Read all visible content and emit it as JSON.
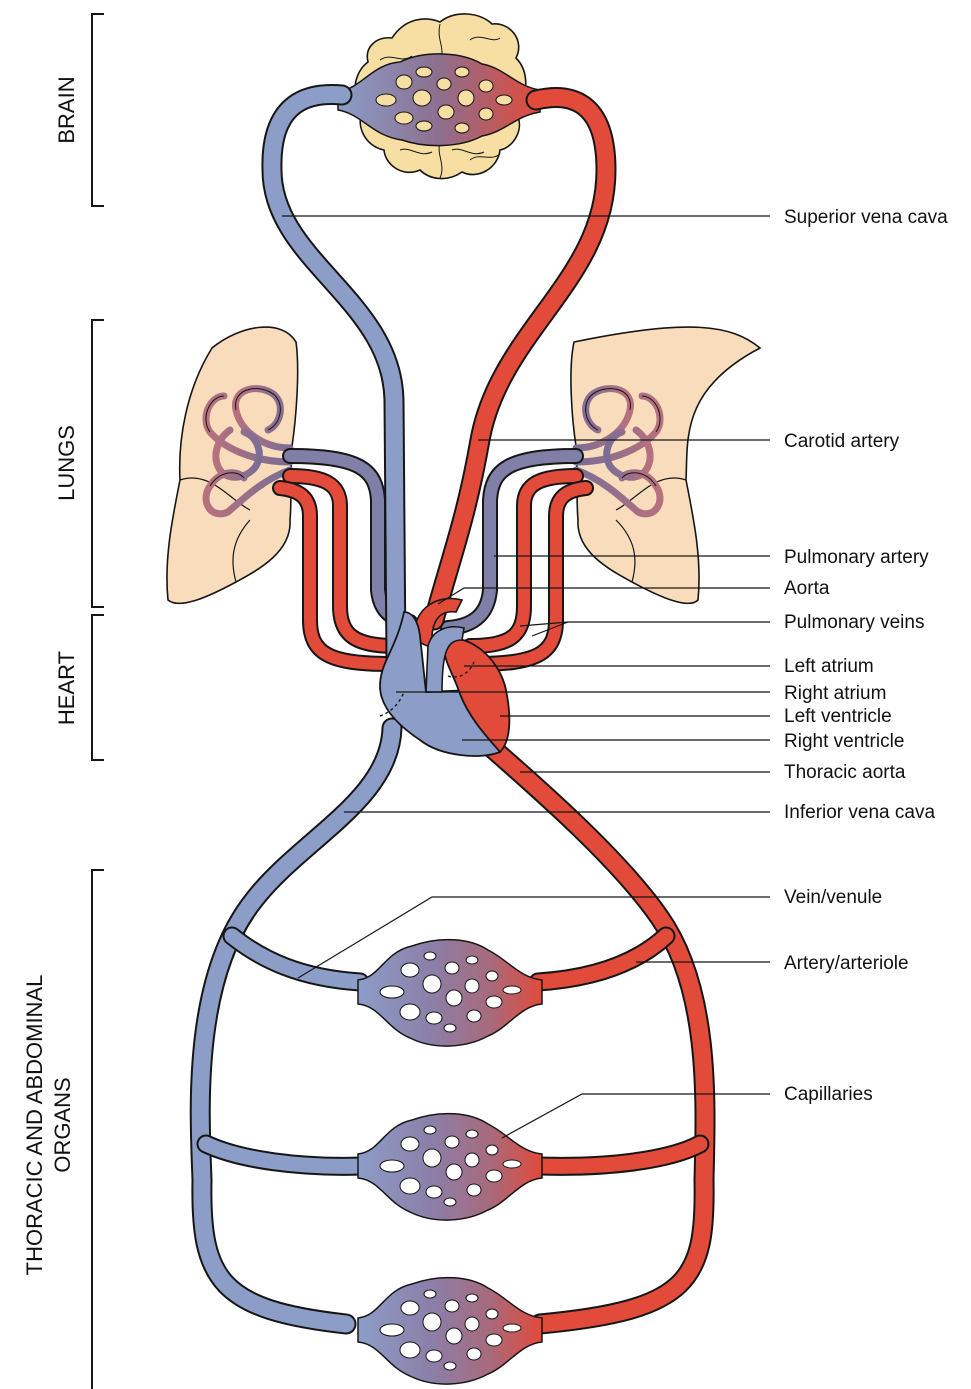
{
  "colors": {
    "vein": "#8c9dc8",
    "artery": "#e24a3a",
    "brain": "#f7dea2",
    "lung": "#f9dcbc",
    "outline": "#161616"
  },
  "sections": {
    "brain": "BRAIN",
    "lungs": "LUNGS",
    "heart": "HEART",
    "organs_line1": "THORACIC AND ABDOMINAL",
    "organs_line2": "ORGANS"
  },
  "labels": {
    "superior_vena_cava": "Superior vena cava",
    "carotid_artery": "Carotid artery",
    "pulmonary_artery": "Pulmonary artery",
    "aorta": "Aorta",
    "pulmonary_veins": "Pulmonary veins",
    "left_atrium": "Left atrium",
    "right_atrium": "Right atrium",
    "left_ventricle": "Left ventricle",
    "right_ventricle": "Right ventricle",
    "thoracic_aorta": "Thoracic aorta",
    "inferior_vena_cava": "Inferior vena cava",
    "vein_venule": "Vein/venule",
    "artery_arteriole": "Artery/arteriole",
    "capillaries": "Capillaries"
  }
}
